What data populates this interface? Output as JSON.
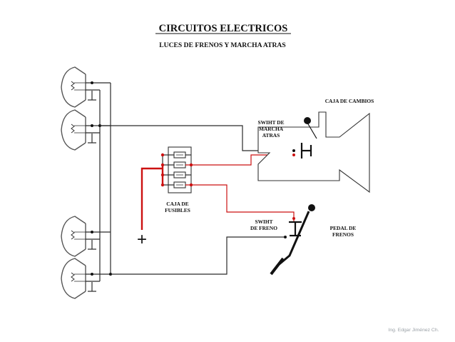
{
  "title": "CIRCUITOS ELECTRICOS",
  "subtitle": "LUCES DE FRENOS Y MARCHA ATRAS",
  "labels": {
    "gearbox": "CAJA DE CAMBIOS",
    "reverse_switch": [
      "SWIHT DE",
      "MARCHA",
      "ATRAS"
    ],
    "fuse_box": [
      "CAJA DE",
      "FUSIBLES"
    ],
    "brake_switch": [
      "SWIHT",
      "DE FRENO"
    ],
    "brake_pedal": [
      "PEDAL DE",
      "FRENOS"
    ],
    "positive": "+"
  },
  "credit": "Ing. Edgar Jiménez Ch.",
  "colors": {
    "wire": "#2a2a2a",
    "hot_wire": "#cc1111",
    "lamp_outline": "#555555"
  },
  "icons": [
    "lamp-icon",
    "ground-icon",
    "fuse-icon",
    "switch-icon",
    "gearbox-icon",
    "brake-pedal-icon"
  ]
}
